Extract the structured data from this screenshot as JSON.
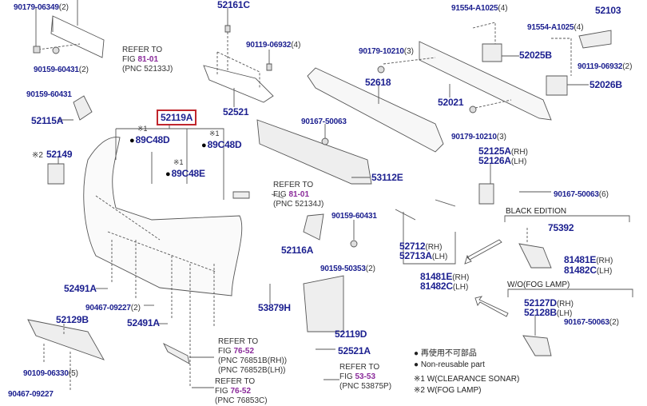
{
  "labels": {
    "p1": {
      "part": "90179-06349",
      "qty": "(2)"
    },
    "p2": {
      "part": "52161C",
      "qty": ""
    },
    "p3": {
      "part": "90119-06932",
      "qty": "(4)"
    },
    "p4": {
      "part": "90159-60431",
      "qty": "(2)"
    },
    "p5": {
      "part": "90159-60431",
      "qty": ""
    },
    "p6": {
      "part": "52115A",
      "qty": ""
    },
    "p7": {
      "part": "52521",
      "qty": ""
    },
    "p8": {
      "part": "52119A",
      "qty": ""
    },
    "p9": {
      "part": "89C48D",
      "qty": ""
    },
    "p10": {
      "part": "89C48D",
      "qty": ""
    },
    "p11": {
      "part": "89C48E",
      "qty": ""
    },
    "p12": {
      "part": "52149",
      "qty": ""
    },
    "p13": {
      "part": "90167-50063",
      "qty": ""
    },
    "p14": {
      "part": "53112E",
      "qty": ""
    },
    "p15": {
      "part": "52618",
      "qty": ""
    },
    "p16": {
      "part": "52021",
      "qty": ""
    },
    "p17": {
      "part": "90179-10210",
      "qty": "(3)"
    },
    "p18": {
      "part": "90179-10210",
      "qty": "(3)"
    },
    "p19": {
      "part": "91554-A1025",
      "qty": "(4)"
    },
    "p20": {
      "part": "91554-A1025",
      "qty": "(4)"
    },
    "p21": {
      "part": "52103",
      "qty": ""
    },
    "p22": {
      "part": "52025B",
      "qty": ""
    },
    "p23": {
      "part": "52026B",
      "qty": ""
    },
    "p24": {
      "part": "90119-06932",
      "qty": "(2)"
    },
    "p25": {
      "part": "52125A",
      "qty": "(RH)"
    },
    "p26": {
      "part": "52126A",
      "qty": "(LH)"
    },
    "p27": {
      "part": "90167-50063",
      "qty": "(6)"
    },
    "p28": {
      "part": "75392",
      "qty": ""
    },
    "p29": {
      "part": "81481E",
      "qty": "(RH)"
    },
    "p30": {
      "part": "81482C",
      "qty": "(LH)"
    },
    "p31": {
      "part": "52712",
      "qty": "(RH)"
    },
    "p32": {
      "part": "52713A",
      "qty": "(LH)"
    },
    "p33": {
      "part": "81481E",
      "qty": "(RH)"
    },
    "p34": {
      "part": "81482C",
      "qty": "(LH)"
    },
    "p35": {
      "part": "52127D",
      "qty": "(RH)"
    },
    "p36": {
      "part": "52128B",
      "qty": "(LH)"
    },
    "p37": {
      "part": "90167-50063",
      "qty": "(2)"
    },
    "p38": {
      "part": "90159-60431",
      "qty": ""
    },
    "p39": {
      "part": "52116A",
      "qty": ""
    },
    "p40": {
      "part": "90159-50353",
      "qty": "(2)"
    },
    "p41": {
      "part": "52119D",
      "qty": ""
    },
    "p42": {
      "part": "52521A",
      "qty": ""
    },
    "p43": {
      "part": "52491A",
      "qty": ""
    },
    "p44": {
      "part": "90467-09227",
      "qty": "(2)"
    },
    "p45": {
      "part": "52491A",
      "qty": ""
    },
    "p46": {
      "part": "53879H",
      "qty": ""
    },
    "p47": {
      "part": "52129B",
      "qty": ""
    },
    "p48": {
      "part": "90109-06330",
      "qty": "(5)"
    },
    "p49": {
      "part": "90467-09227",
      "qty": ""
    }
  },
  "marks": {
    "note1": "※1",
    "note2": "※2"
  },
  "refs": [
    {
      "line1": "REFER TO",
      "fig_prefix": "FIG ",
      "fig": "81-01",
      "pnc": [
        "(PNC 52133J)"
      ]
    },
    {
      "line1": "REFER TO",
      "fig_prefix": "FIG ",
      "fig": "81-01",
      "pnc": [
        "(PNC 52134J)"
      ]
    },
    {
      "line1": "REFER TO",
      "fig_prefix": "FIG ",
      "fig": "53-53",
      "pnc": [
        "(PNC 53875P)"
      ]
    },
    {
      "line1": "REFER TO",
      "fig_prefix": "FIG ",
      "fig": "76-52",
      "pnc": [
        "(PNC 76851B(RH))",
        "(PNC 76852B(LH))"
      ]
    },
    {
      "line1": "REFER TO",
      "fig_prefix": "FIG ",
      "fig": "76-52",
      "pnc": [
        "(PNC 76853C)"
      ]
    }
  ],
  "groups": {
    "black_edition": "BLACK EDITION",
    "wo_fog_lamp": "W/O(FOG LAMP)"
  },
  "legend": {
    "bullet": "●",
    "jp": "再使用不可部品",
    "en": "Non-reusable part",
    "note1": "※1 W(CLEARANCE SONAR)",
    "note2": "※2 W(FOG LAMP)"
  },
  "colors": {
    "part": "#1b1f8f",
    "fig": "#8a2a9a",
    "highlight": "#c0262d",
    "line": "#555555"
  }
}
